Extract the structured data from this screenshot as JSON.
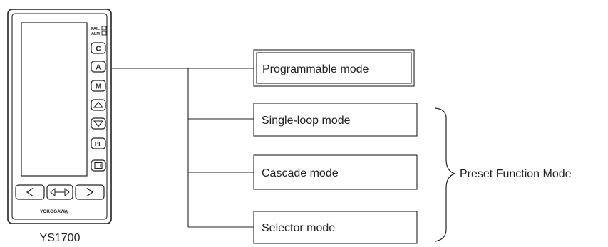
{
  "device": {
    "model": "YS1700",
    "brand": "YOKOGAWA",
    "brand_mark": "◇",
    "status_labels": [
      "FAIL",
      "ALM"
    ],
    "buttons": [
      "C",
      "A",
      "M",
      "up-arrow",
      "down-arrow",
      "PF",
      "page-icon"
    ],
    "pf_label": "PF",
    "c_label": "C",
    "a_label": "A",
    "m_label": "M",
    "nav": {
      "left": "<",
      "center": "⟸⟹",
      "right": ">"
    }
  },
  "modes": {
    "programmable": "Programmable mode",
    "single_loop": "Single-loop mode",
    "cascade": "Cascade mode",
    "selector": "Selector mode"
  },
  "group_label": "Preset Function Mode",
  "colors": {
    "line": "#222222",
    "background": "#ffffff"
  }
}
